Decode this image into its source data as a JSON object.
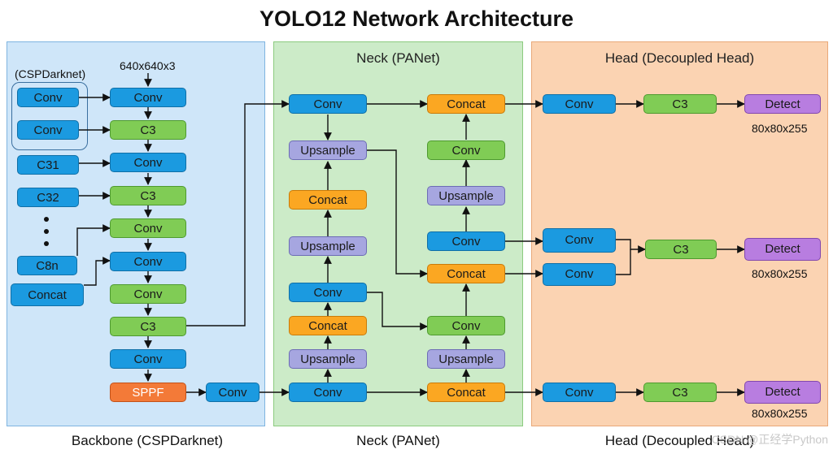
{
  "title": "YOLO12 Network Architecture",
  "panels": {
    "backbone": {
      "top_title": "",
      "bottom_title": "Backbone (CSPDarknet)",
      "group_label": "(CSPDarknet)",
      "input_size": "640x640x3"
    },
    "neck": {
      "top_title": "Neck (PANet)",
      "bottom_title": "Neck (PANet)"
    },
    "head": {
      "top_title": "Head (Decoupled Head)",
      "bottom_title": "Head (Decoupled Head)"
    }
  },
  "nodes": {
    "g_conv1": "Conv",
    "g_conv2": "Conv",
    "c31": "C31",
    "c32": "C32",
    "c3n": "C8n",
    "concat_in": "Concat",
    "b1": "Conv",
    "b2": "C3",
    "b3": "Conv",
    "b4": "C3",
    "b5": "Conv",
    "b6": "Conv",
    "b7": "Conv",
    "b8": "C3",
    "b9": "Conv",
    "sppf": "SPPF",
    "b_conv_out": "Conv",
    "n_l1": "Conv",
    "n_l2": "Upsample",
    "n_l3": "Concat",
    "n_l4": "Upsample",
    "n_l5": "Conv",
    "n_l6": "Concat",
    "n_l7": "Upsample",
    "n_l8": "Conv",
    "n_r1": "Concat",
    "n_r2": "Conv",
    "n_r3": "Upsample",
    "n_r4": "Conv",
    "n_r5": "Concat",
    "n_r6": "Conv",
    "n_r7": "Upsample",
    "n_r8": "Concat",
    "h1_conv": "Conv",
    "h1_c3": "C3",
    "h1_det": "Detect",
    "h2_conv_a": "Conv",
    "h2_conv_b": "Conv",
    "h2_c3": "C3",
    "h2_det": "Detect",
    "h3_conv": "Conv",
    "h3_c3": "C3",
    "h3_det": "Detect"
  },
  "outputs": {
    "o1": "80x80x255",
    "o2": "80x80x255",
    "o3": "80x80x255"
  },
  "watermark": "CSDN @正经学Python",
  "colors": {
    "conv": "#1b9ae0",
    "c3": "#80cc55",
    "upsample": "#a6a6e0",
    "concat": "#fba722",
    "sppf": "#f37a38",
    "detect": "#b87de0"
  }
}
